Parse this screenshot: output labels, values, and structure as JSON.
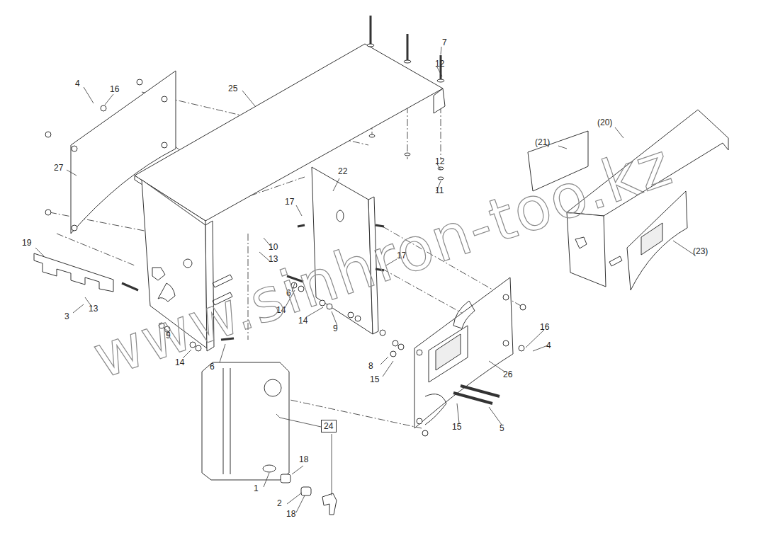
{
  "diagram": {
    "nodes": [
      {
        "text": [
          "24"
        ]
      }
    ],
    "labels": [
      "7",
      "12",
      "4",
      "16",
      "25",
      "(20)",
      "(21)",
      "27",
      "12",
      "22",
      "11",
      "17",
      "17",
      "19",
      "10",
      "(23)",
      "13",
      "6",
      "14",
      "3",
      "13",
      "14",
      "9",
      "9",
      "16",
      "4",
      "14",
      "6",
      "8",
      "15",
      "26",
      "15",
      "5",
      "18",
      "1",
      "2",
      "18",
      "www.sinhron-too.kz"
    ]
  }
}
